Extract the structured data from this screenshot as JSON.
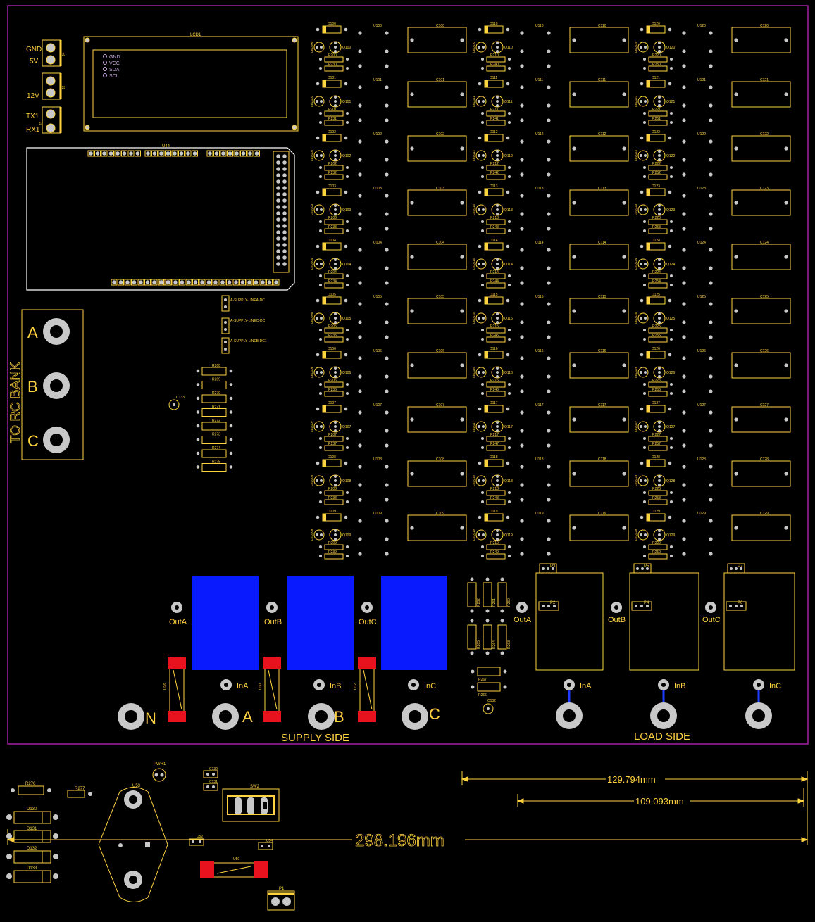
{
  "colors": {
    "background": "#000000",
    "silkscreen": "#FFD23F",
    "outline": "#A020A0",
    "pad": "#C8C8C8",
    "pad_ring": "#FFD23F",
    "copper_blue": "#0A1AFF",
    "smd_red": "#E8121E",
    "label_mauve": "#C8A8E0",
    "trace_blue": "#1E3CFF"
  },
  "connectors": {
    "gnd": "GND",
    "v5": "5V",
    "v12": "12V",
    "tx1": "TX1",
    "rx1": "RX1",
    "j4": "J4",
    "j2": "J2",
    "j3": "J3"
  },
  "lcd": {
    "ref": "LCD1",
    "pins": [
      "GND",
      "VCC",
      "SDA",
      "SCL"
    ]
  },
  "mcu": {
    "ref": "U44"
  },
  "rc_bank": {
    "title": "TO RC BANK",
    "phases": [
      "A",
      "B",
      "C"
    ]
  },
  "test_points": [
    "A-SUPPLY-LINEA-DC",
    "A-SUPPLY-LINEC-DC",
    "A-SUPPLY-LINEB-DC1"
  ],
  "resistor_ladder": [
    "R268",
    "R269",
    "R270",
    "R271",
    "R272",
    "R273",
    "R274",
    "R275"
  ],
  "cap_c133": "C133",
  "supply": {
    "outs": [
      "OutA",
      "OutB",
      "OutC"
    ],
    "ins": [
      "InA",
      "InB",
      "InC"
    ],
    "terminals": [
      "N",
      "A",
      "B",
      "C"
    ],
    "fuses": [
      "U26",
      "U30",
      "U32"
    ],
    "caption": "SUPPLY SIDE"
  },
  "load": {
    "outs": [
      "OutA",
      "OutB",
      "OutC"
    ],
    "ins": [
      "InA",
      "InB",
      "InC"
    ],
    "headers_top": [
      "P3",
      "P5",
      "P7"
    ],
    "headers_mid": [
      "P2",
      "P4",
      "P6"
    ],
    "caption": "LOAD SIDE"
  },
  "middle_resistors": {
    "top": [
      "R262",
      "R261",
      "R260"
    ],
    "bottom": [
      "R265",
      "R264",
      "R263"
    ],
    "pair": [
      "R267",
      "R266"
    ],
    "cap": "C132"
  },
  "lower": {
    "r276": "R276",
    "r277": "R277",
    "diodes": [
      "D130",
      "D131",
      "D132",
      "D133"
    ],
    "regulator": "U53",
    "pwr_led": "PWR1",
    "caps": [
      "C130",
      "C131"
    ],
    "switch": "SW2",
    "u52": "U52",
    "u54": "U54",
    "fuse": "U50",
    "header": "P1"
  },
  "dimensions": [
    "129.794mm",
    "109.093mm",
    "298.196mm"
  ]
}
